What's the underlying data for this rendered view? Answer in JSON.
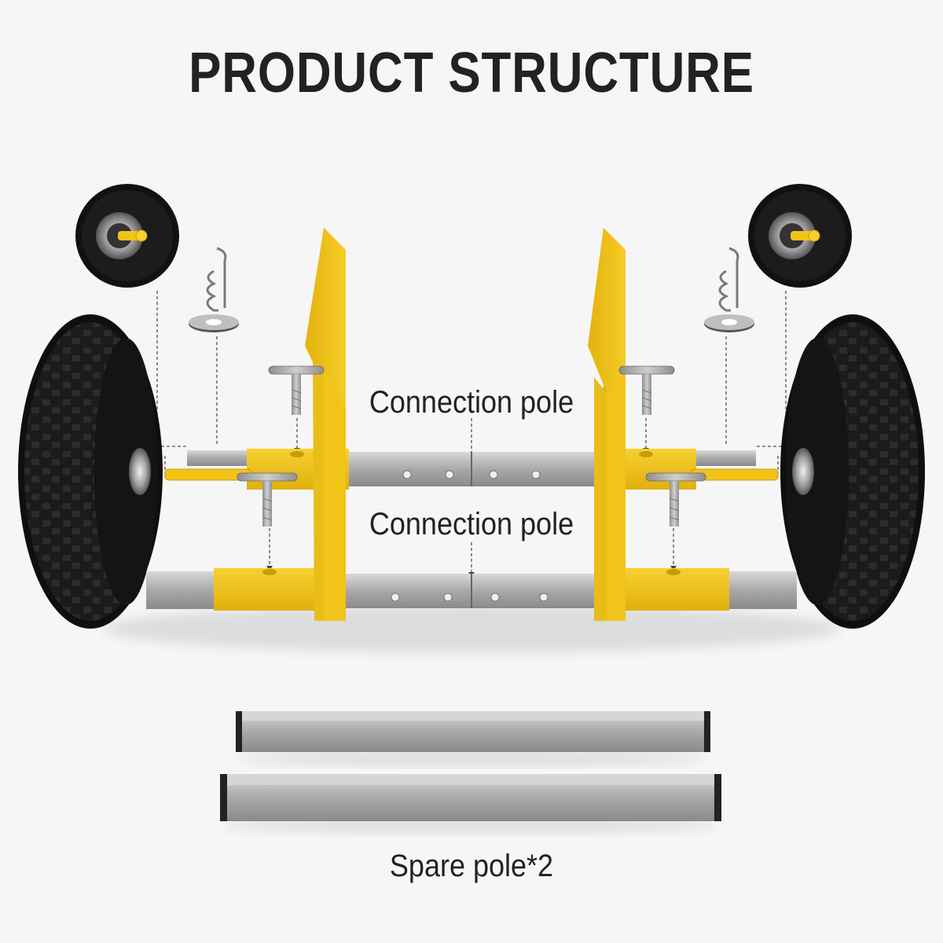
{
  "title": "PRODUCT STRUCTURE",
  "labels": {
    "connection_pole_upper": "Connection pole",
    "connection_pole_lower": "Connection pole",
    "spare_pole": "Spare pole*2"
  },
  "colors": {
    "frame_yellow": "#f2c318",
    "frame_yellow_dark": "#d9a90c",
    "steel": "#a7a7a7",
    "tire_black": "#161616",
    "background": "#f6f6f6"
  },
  "icons": [
    "tire-icon",
    "wheel-hub-icon",
    "washer-icon",
    "cotter-pin-icon",
    "t-bolt-icon",
    "square-tube-icon"
  ]
}
